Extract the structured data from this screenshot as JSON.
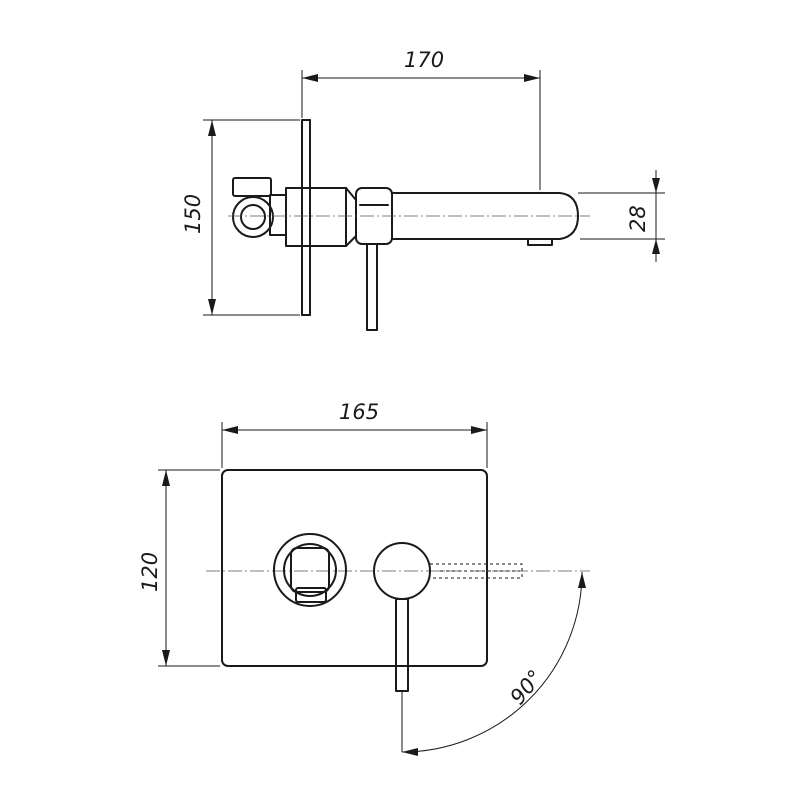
{
  "side_view": {
    "width_dimension": "170",
    "height_dimension": "150",
    "spout_dimension": "28"
  },
  "front_view": {
    "width_dimension": "165",
    "height_dimension": "120",
    "angle_dimension": "90°"
  }
}
